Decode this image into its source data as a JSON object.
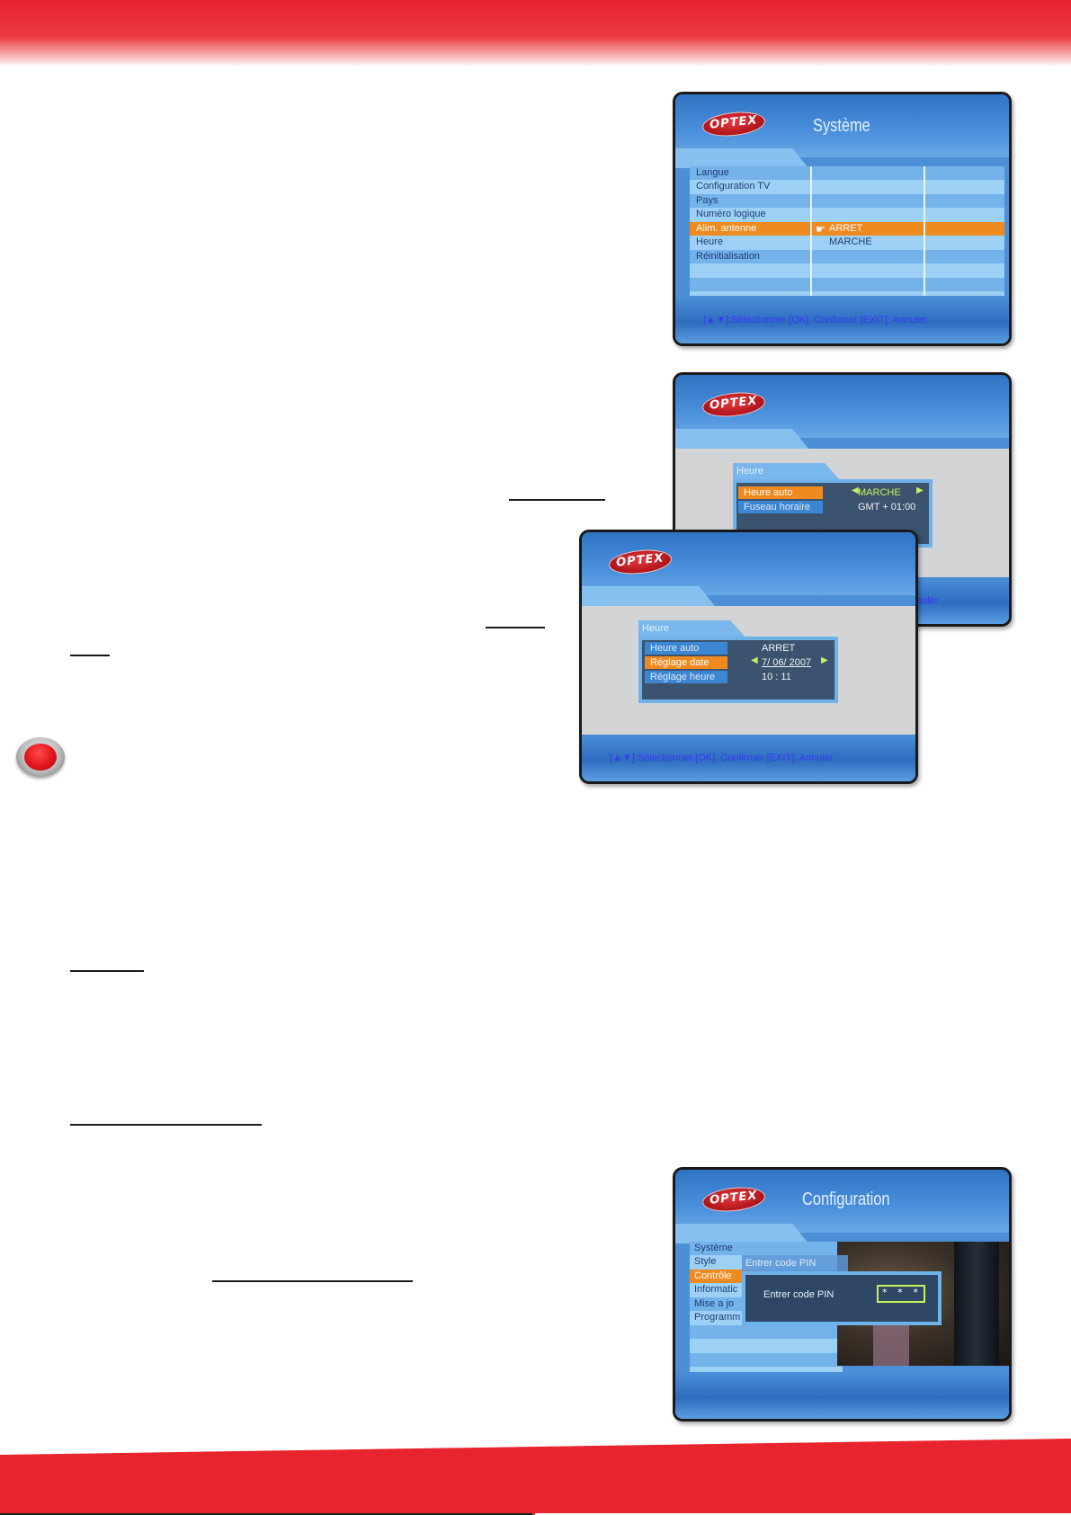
{
  "brand": {
    "logo_text": "OPTEX"
  },
  "screen_systeme": {
    "title": "Système",
    "menu_items": [
      "Langue",
      "Configuration TV",
      "Pays",
      "Numéro logique",
      "Alim. antenne",
      "Heure",
      "Réinitialisation"
    ],
    "selected_index": 4,
    "options": [
      "ARRET",
      "MARCHE"
    ],
    "footer": "[▲▼]:Sélectionner  [OK]: Confirmer  [EXIT]: Annuler"
  },
  "screen_heure_1": {
    "dialog_title": "Heure",
    "rows": [
      {
        "label": "Heure auto",
        "value": "MARCHE"
      },
      {
        "label": "Fuseau horaire",
        "value": "GMT + 01:00"
      }
    ],
    "footer_partial": "nuler"
  },
  "screen_heure_2": {
    "dialog_title": "Heure",
    "rows": [
      {
        "label": "Heure auto",
        "value": "ARRET"
      },
      {
        "label": "Réglage date",
        "value": "7/ 06/ 2007"
      },
      {
        "label": "Réglage heure",
        "value": "10 : 11"
      }
    ],
    "footer": "[▲▼]:Sélectionner  [OK]: Confirmer  [EXIT]: Annuler"
  },
  "screen_config": {
    "title": "Configuration",
    "menu_items": [
      "Système",
      "Style",
      "Contrôle",
      "Informatic",
      "Mise a jo",
      "Programm"
    ],
    "selected_index": 2,
    "pin_dialog_title": "Entrer code PIN",
    "pin_label": "Entrer code PIN",
    "pin_value": "* * *"
  },
  "colors": {
    "brand_red": "#e8222e",
    "menu_highlight": "#ef8a20",
    "value_highlight": "#c8f05a",
    "osd_blue": "#4d8fd6"
  },
  "icons": {
    "red_button": "red-button-icon",
    "pointer": "hand-pointer-icon"
  }
}
